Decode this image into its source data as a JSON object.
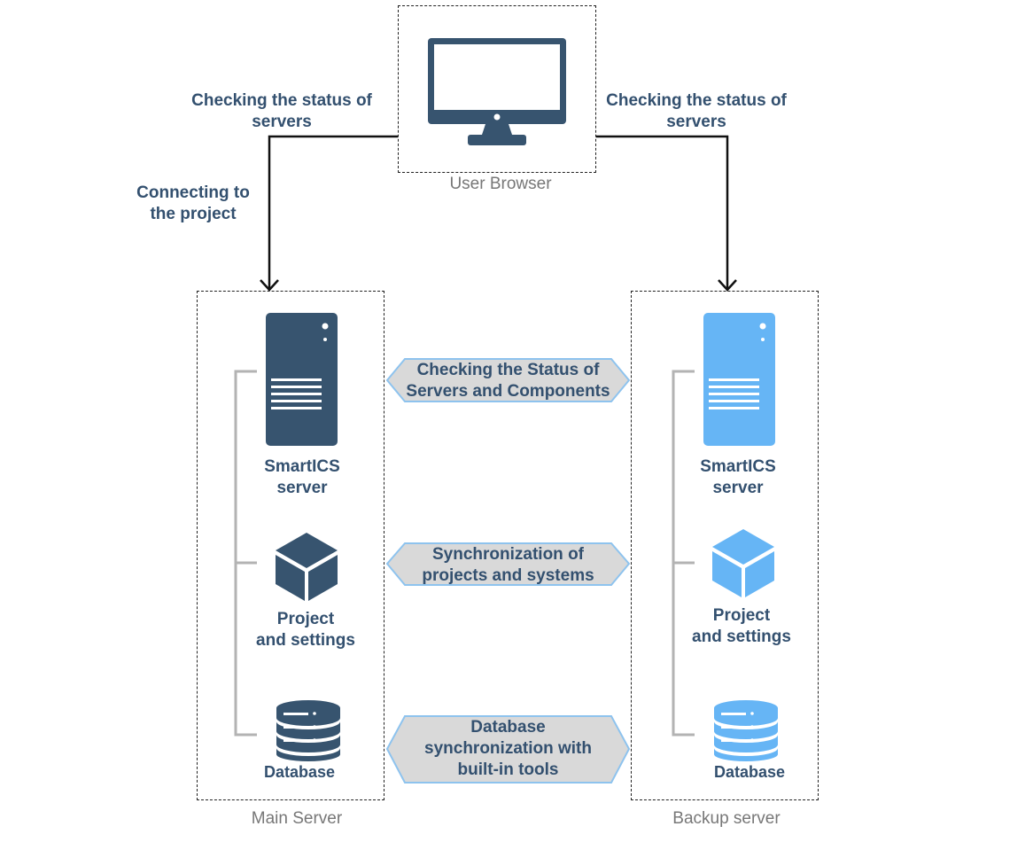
{
  "user_browser": {
    "caption": "User Browser",
    "left_label": [
      "Checking the status of",
      "servers"
    ],
    "right_label": [
      "Checking the status of",
      "servers"
    ],
    "connect_label": [
      "Connecting to",
      "the project"
    ]
  },
  "main_server": {
    "caption": "Main Server",
    "server_label": [
      "SmartICS",
      "server"
    ],
    "project_label": [
      "Project",
      "and settings"
    ],
    "db_label": "Database",
    "color": "#37546f"
  },
  "backup_server": {
    "caption": "Backup server",
    "server_label": [
      "SmartICS",
      "server"
    ],
    "project_label": [
      "Project",
      "and settings"
    ],
    "db_label": "Database",
    "color": "#66b5f5"
  },
  "sync": {
    "status": [
      "Checking the Status of",
      "Servers and Components"
    ],
    "projects": [
      "Synchronization of",
      "projects and systems"
    ],
    "database": [
      "Database",
      "synchronization with",
      "built-in tools"
    ]
  },
  "colors": {
    "label": "#33506f",
    "hex_fill": "#d9d9d9",
    "hex_border": "#8ec3ee",
    "bracket": "#b3b3b3"
  }
}
